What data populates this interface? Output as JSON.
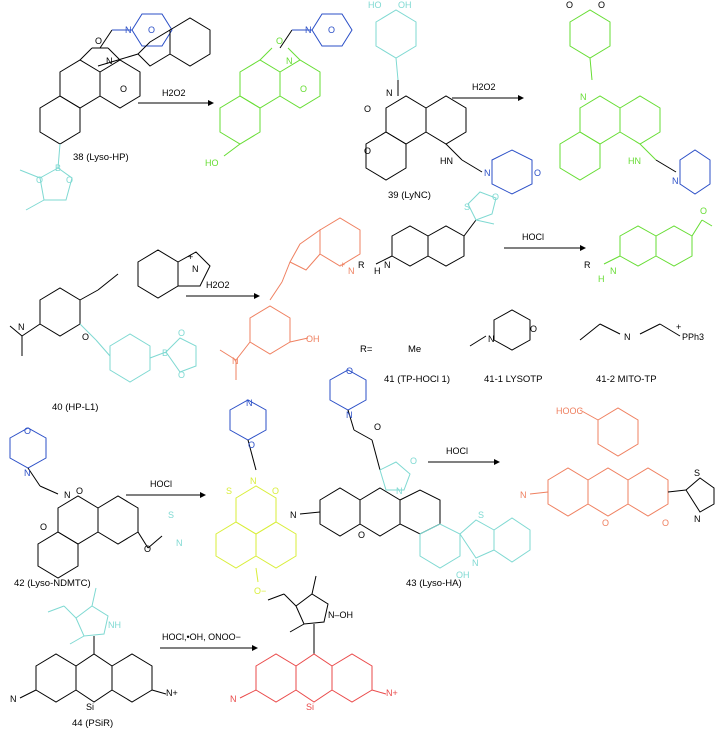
{
  "colors": {
    "black": "#000000",
    "morpholine_blue": "#2b4fc7",
    "cyan": "#7fd9d2",
    "green": "#66dd33",
    "orange": "#ef8060",
    "yellow": "#d9ee3a",
    "red": "#ea4a4a"
  },
  "reagents": {
    "r38": "H2O2",
    "r39": "H2O2",
    "r40": "H2O2",
    "r41": "HOCl",
    "r42": "HOCl",
    "r43": "HOCl",
    "r44": "HOCl,•OH, ONOO−"
  },
  "labels": {
    "c38": "38 (Lyso-HP)",
    "c39": "39 (LyNC)",
    "c40": "40 (HP-L1)",
    "c41": "41 (TP-HOCl 1)",
    "c41_1": "41-1 LYSOTP",
    "c41_2": "41-2 MITO-TP",
    "c42": "42 (Lyso-NDMTC)",
    "c43": "43 (Lyso-HA)",
    "c44": "44 (PSiR)",
    "r_def": "R=",
    "me": "Me"
  },
  "atoms": {
    "O": "O",
    "N": "N",
    "B": "B",
    "S": "S",
    "Si": "Si",
    "HO": "HO",
    "OH": "OH",
    "HN": "HN",
    "NH": "NH",
    "H": "H",
    "HOOC": "HOOC",
    "N_plus": "N+",
    "PPh3": "PPh3",
    "R": "R",
    "N_OH": "N–OH",
    "O_minus": "O−",
    "plus": "+"
  }
}
